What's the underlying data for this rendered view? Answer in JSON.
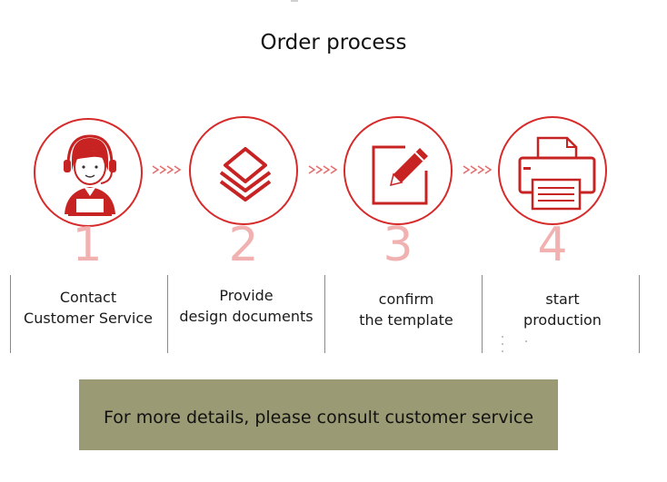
{
  "title": "Order process",
  "steps": [
    {
      "number": "1",
      "line1": "Contact",
      "line2": "Customer Service",
      "icon": "customer-service-icon"
    },
    {
      "number": "2",
      "line1": "Provide",
      "line2": "design documents",
      "icon": "layers-icon"
    },
    {
      "number": "3",
      "line1": "confirm",
      "line2": "the template",
      "icon": "edit-icon"
    },
    {
      "number": "4",
      "line1": "start",
      "line2": "production",
      "icon": "printer-icon"
    }
  ],
  "footer": {
    "text": "For more details, please consult customer service"
  },
  "colors": {
    "accent": "#d72a2a",
    "number": "#f1b1b1",
    "footer_bg": "#9a9a74"
  }
}
